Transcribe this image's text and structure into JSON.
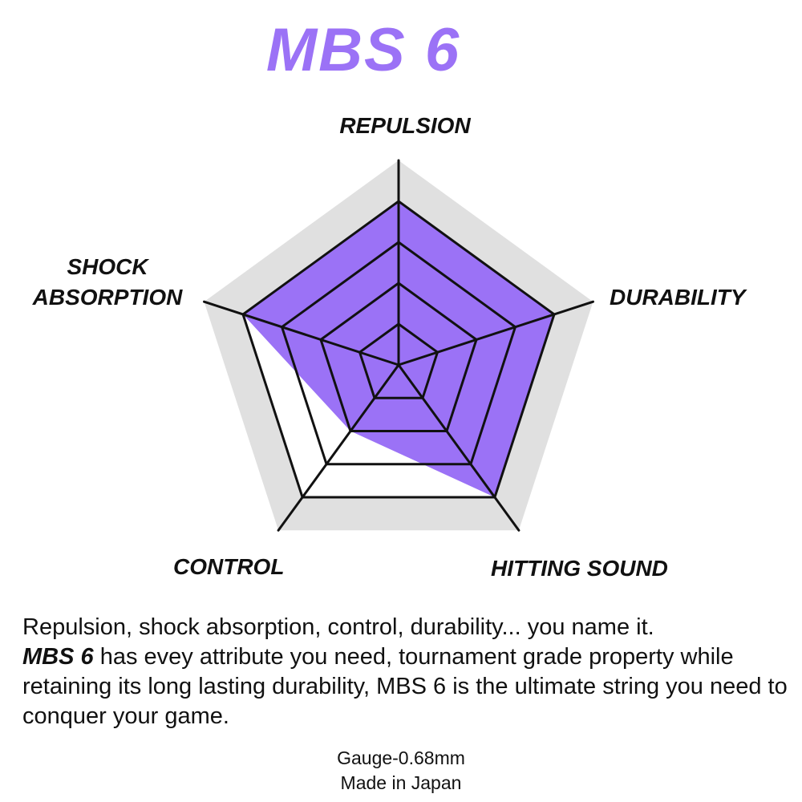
{
  "title": "MBS 6",
  "colors": {
    "title": "#9b72f6",
    "fill": "#9b72f6",
    "background_band": "#e0e0e0",
    "lines": "#111111"
  },
  "chart_data": {
    "type": "radar",
    "title": "MBS 6",
    "axes": [
      "REPULSION",
      "DURABILITY",
      "HITTING SOUND",
      "CONTROL",
      "SHOCK ABSORPTION"
    ],
    "axis_label_lines": {
      "shock_absorption": [
        "SHOCK",
        "ABSORPTION"
      ]
    },
    "scale": {
      "min": 0,
      "max": 5,
      "grid_levels": [
        1,
        2,
        3,
        4
      ],
      "outer_band_level": 5
    },
    "grid": true,
    "series": [
      {
        "values": [
          4,
          4,
          4,
          2,
          4
        ]
      }
    ]
  },
  "description": {
    "line1": "Repulsion, shock absorption, control, durability... you name it.",
    "brand": "MBS 6",
    "rest": " has evey attribute you need, tournament grade property while retaining its long lasting durability, MBS 6 is the ultimate string you need to conquer your game."
  },
  "footer": {
    "gauge": "Gauge-0.68mm",
    "origin": "Made in Japan"
  }
}
